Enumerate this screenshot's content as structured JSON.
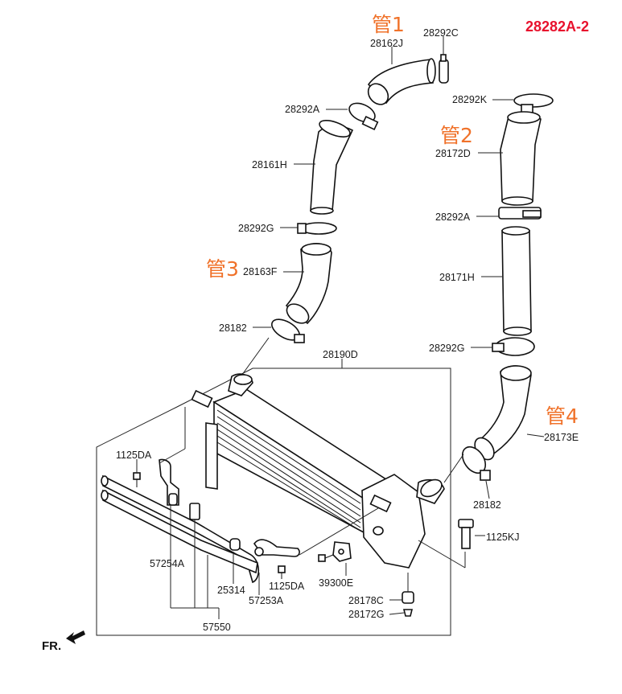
{
  "diagram_code": "28282A-2",
  "fr_label": "FR.",
  "pipe_tags": {
    "pipe1": "管1",
    "pipe2": "管2",
    "pipe3": "管3",
    "pipe4": "管4"
  },
  "part_labels": {
    "p28292C": "28292C",
    "p28162J": "28162J",
    "p28292K": "28292K",
    "p28292A_top": "28292A",
    "p28172D": "28172D",
    "p28161H": "28161H",
    "p28292A_right": "28292A",
    "p28292G_left": "28292G",
    "p28163F": "28163F",
    "p28171H": "28171H",
    "p28182_top": "28182",
    "p28190D": "28190D",
    "p28292G_right": "28292G",
    "p28173E": "28173E",
    "p1125DA_left": "1125DA",
    "p28182_right": "28182",
    "p1125KJ": "1125KJ",
    "p57254A": "57254A",
    "p1125DA_mid": "1125DA",
    "p39300E": "39300E",
    "p25314": "25314",
    "p57253A": "57253A",
    "p28178C": "28178C",
    "p28172G": "28172G",
    "p57550": "57550"
  },
  "colors": {
    "code_red": "#e8112d",
    "tag_orange": "#f0722a",
    "line": "#222222"
  }
}
